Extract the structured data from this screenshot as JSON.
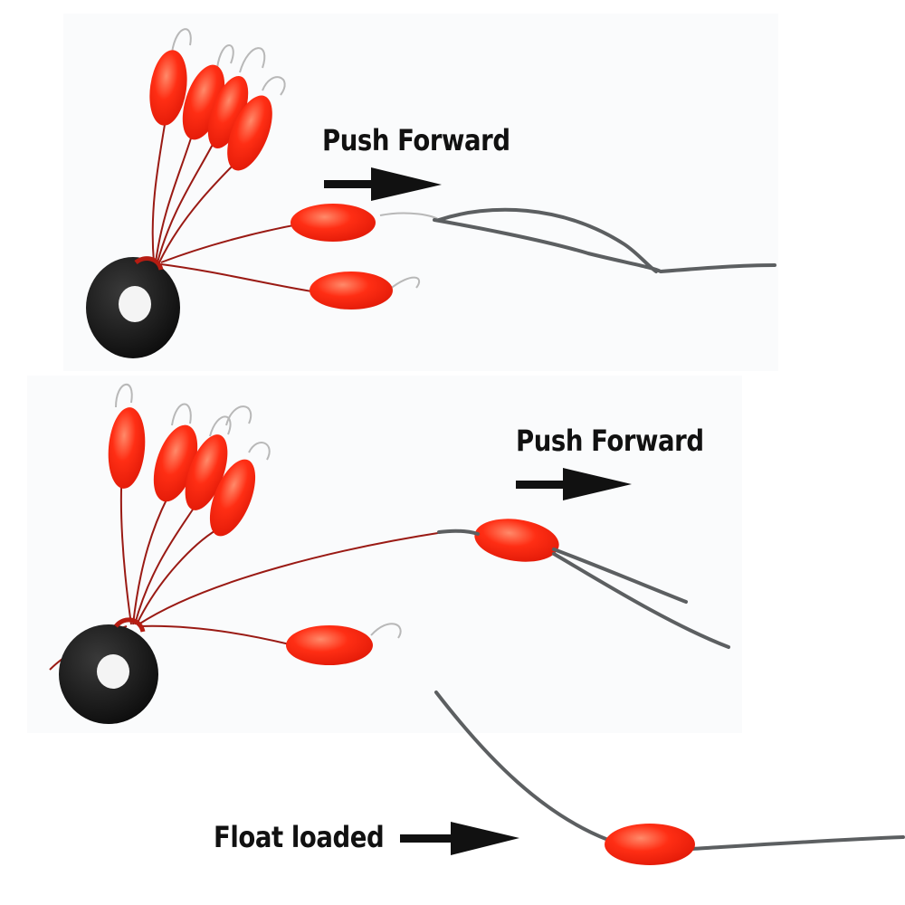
{
  "captions": {
    "step1": "Push Forward",
    "step2": "Push Forward",
    "step3": "Float loaded"
  },
  "colors": {
    "float": "#ff2a12",
    "float_highlight": "#ff7a5a",
    "stopper_ring": "#141414",
    "braided_line": "#5c5f61",
    "arrow": "#111111",
    "wire": "#9a1a14"
  },
  "icons": {
    "arrow": "right-arrow-icon",
    "ring": "rubber-stopper-ring-icon",
    "float": "oval-float-bead-icon"
  }
}
